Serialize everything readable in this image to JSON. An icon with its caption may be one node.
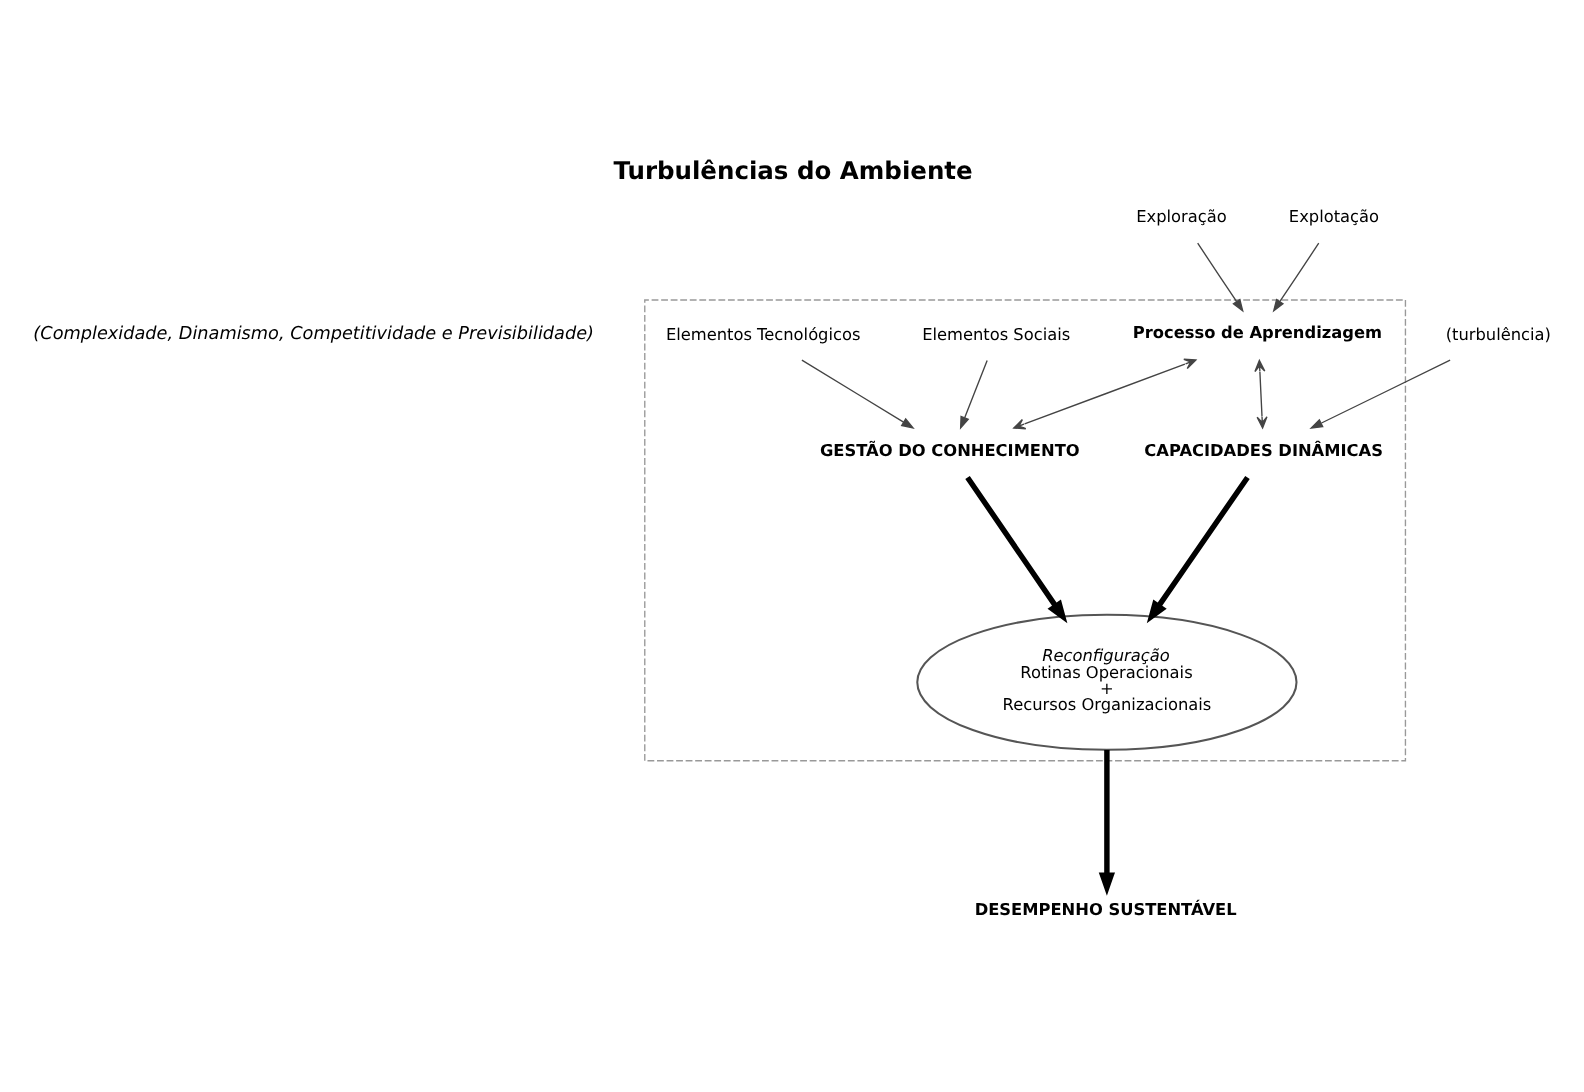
{
  "diagram": {
    "title": "Turbulências do Ambiente",
    "nodes": [
      {
        "text": [],
        "shape": "box"
      },
      {
        "text": [
          "(turbulência)"
        ]
      },
      {
        "text": [
          "CAPACIDADES DINÂMICAS"
        ],
        "in": 0
      },
      {
        "text": [
          "Processo de Aprendizagem"
        ],
        "in": 0
      },
      {
        "text": [
          "Reconfiguração",
          "Rotinas Operacionais",
          "+",
          "Recursos Organizacionais"
        ],
        "in": 0
      },
      {
        "text": [
          "GESTÃO DO CONHECIMENTO"
        ],
        "in": 0
      },
      {
        "text": [
          "DESEMPENHO SUSTENTÁVEL"
        ]
      },
      {
        "text": [
          "Exploração"
        ]
      },
      {
        "text": [
          "Explotação"
        ]
      },
      {
        "text": [
          "Elementos Sociais"
        ],
        "in": 0
      },
      {
        "text": [
          "Elementos Tecnológicos"
        ],
        "in": 0
      }
    ],
    "edges": [
      {
        "from": 1,
        "to": 2,
        "arrow": "to"
      },
      {
        "from": 3,
        "to": 2,
        "arrow": "both"
      },
      {
        "from": 3,
        "to": 5,
        "arrow": "both"
      },
      {
        "from": 2,
        "to": 4,
        "arrow": "to",
        "style": "thick"
      },
      {
        "from": 5,
        "to": 4,
        "arrow": "to",
        "style": "thick"
      },
      {
        "from": 4,
        "to": 6,
        "arrow": "to",
        "style": "thick"
      },
      {
        "from": 7,
        "to": 3,
        "arrow": "to"
      },
      {
        "from": 8,
        "to": 3,
        "arrow": "to"
      },
      {
        "from": 9,
        "to": 5,
        "arrow": "to"
      },
      {
        "from": 10,
        "to": 5,
        "arrow": "to"
      }
    ],
    "labels": [
      "(Complexidade, Dinamismo, Competitividade e Previsibilidade)"
    ]
  }
}
